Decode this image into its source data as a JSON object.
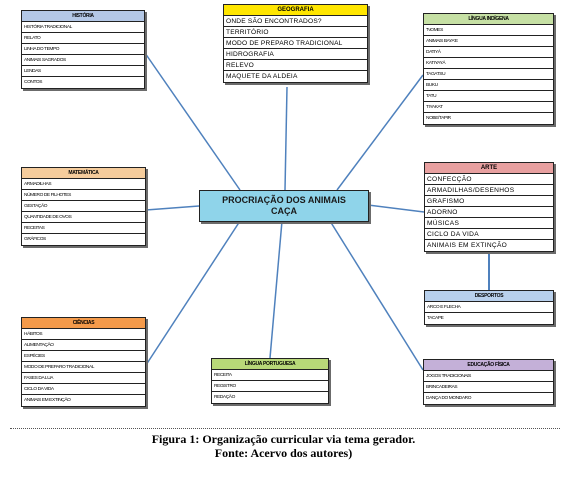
{
  "center": {
    "line1": "PROCRIAÇÃO DOS ANIMAIS",
    "line2": "CAÇA"
  },
  "colors": {
    "historia": "#b4c8e6",
    "geografia": "#ffe600",
    "lingua_indigena": "#c6e0a4",
    "matematica": "#f5cc9c",
    "arte": "#e8a0a0",
    "ciencias": "#f49a4a",
    "lingua_portuguesa": "#b8d878",
    "educacao_fisica": "#c4b0d8",
    "desportos": "#b8d0ec",
    "center": "#8fd4ea",
    "lines": "#4f81bd"
  },
  "boxes": {
    "historia": {
      "title": "HISTÓRIA",
      "items": [
        "HISTÓRIA TRADICIONAL",
        "RELATO",
        "LINHA DO TEMPO",
        "ANIMAIS SAGRADOS",
        "LENDAS",
        "CONTOS"
      ]
    },
    "geografia": {
      "title": "GEOGRAFIA",
      "items": [
        "ONDE SÃO ENCONTRADOS?",
        "TERRITÓRIO",
        "MODO DE PREPARO TRADICIONAL",
        "HIDROGRAFIA",
        "RELEVO",
        "MAQUETE DA ALDEIA"
      ]
    },
    "lingua_indigena": {
      "title": "LÍNGUA INDÍGENA",
      "items": [
        "\"NOMES",
        "ANIMAIS BAYA'E",
        "DATIYÁ",
        "KATIYAYÁ",
        "TAGATSU",
        "BUKU",
        "TATU",
        "TIYAKAT",
        "NOBE/TAPIR"
      ]
    },
    "matematica": {
      "title": "MATEMÁTICA",
      "items": [
        "ARMADILHAS",
        "NÚMERO DE FILHOTES",
        "GESTAÇÃO",
        "QUANTIDADE DE OVOS",
        "RECEITAS",
        "GRÁFICOS"
      ]
    },
    "arte": {
      "title": "ARTE",
      "items": [
        "CONFECÇÃO",
        "ARMADILHAS/DESENHOS",
        "GRAFISMO",
        "ADORNO",
        "MÚSICAS",
        "CICLO DA VIDA",
        "ANIMAIS EM EXTINÇÃO"
      ]
    },
    "desportos": {
      "title": "DESPORTOS",
      "items": [
        "ARCO E FLECHA",
        "TACAPE"
      ]
    },
    "ciencias": {
      "title": "CIÊNCIAS",
      "items": [
        "HÁBITOS",
        "ALIMENTAÇÃO",
        "ESPÉCIES",
        "MODO DE PREPARO TRADICIONAL",
        "FASES DA LUA",
        "CICLO DA VIDA",
        "ANIMAIS EM EXTINÇÃO"
      ]
    },
    "lingua_portuguesa": {
      "title": "LÍNGUA PORTUGUESA",
      "items": [
        "RECEITA",
        "REGISTRO",
        "REDAÇÃO"
      ]
    },
    "educacao_fisica": {
      "title": "EDUCAÇÃO FÍSICA",
      "items": [
        "JOGOS TRADICIONAIS",
        "BRINCADEIRAS",
        "DANÇA DO MONDARO"
      ]
    }
  },
  "caption": {
    "line1": "Figura 1: Organização curricular via tema gerador.",
    "line2": "Fonte: Acervo dos autores)"
  }
}
